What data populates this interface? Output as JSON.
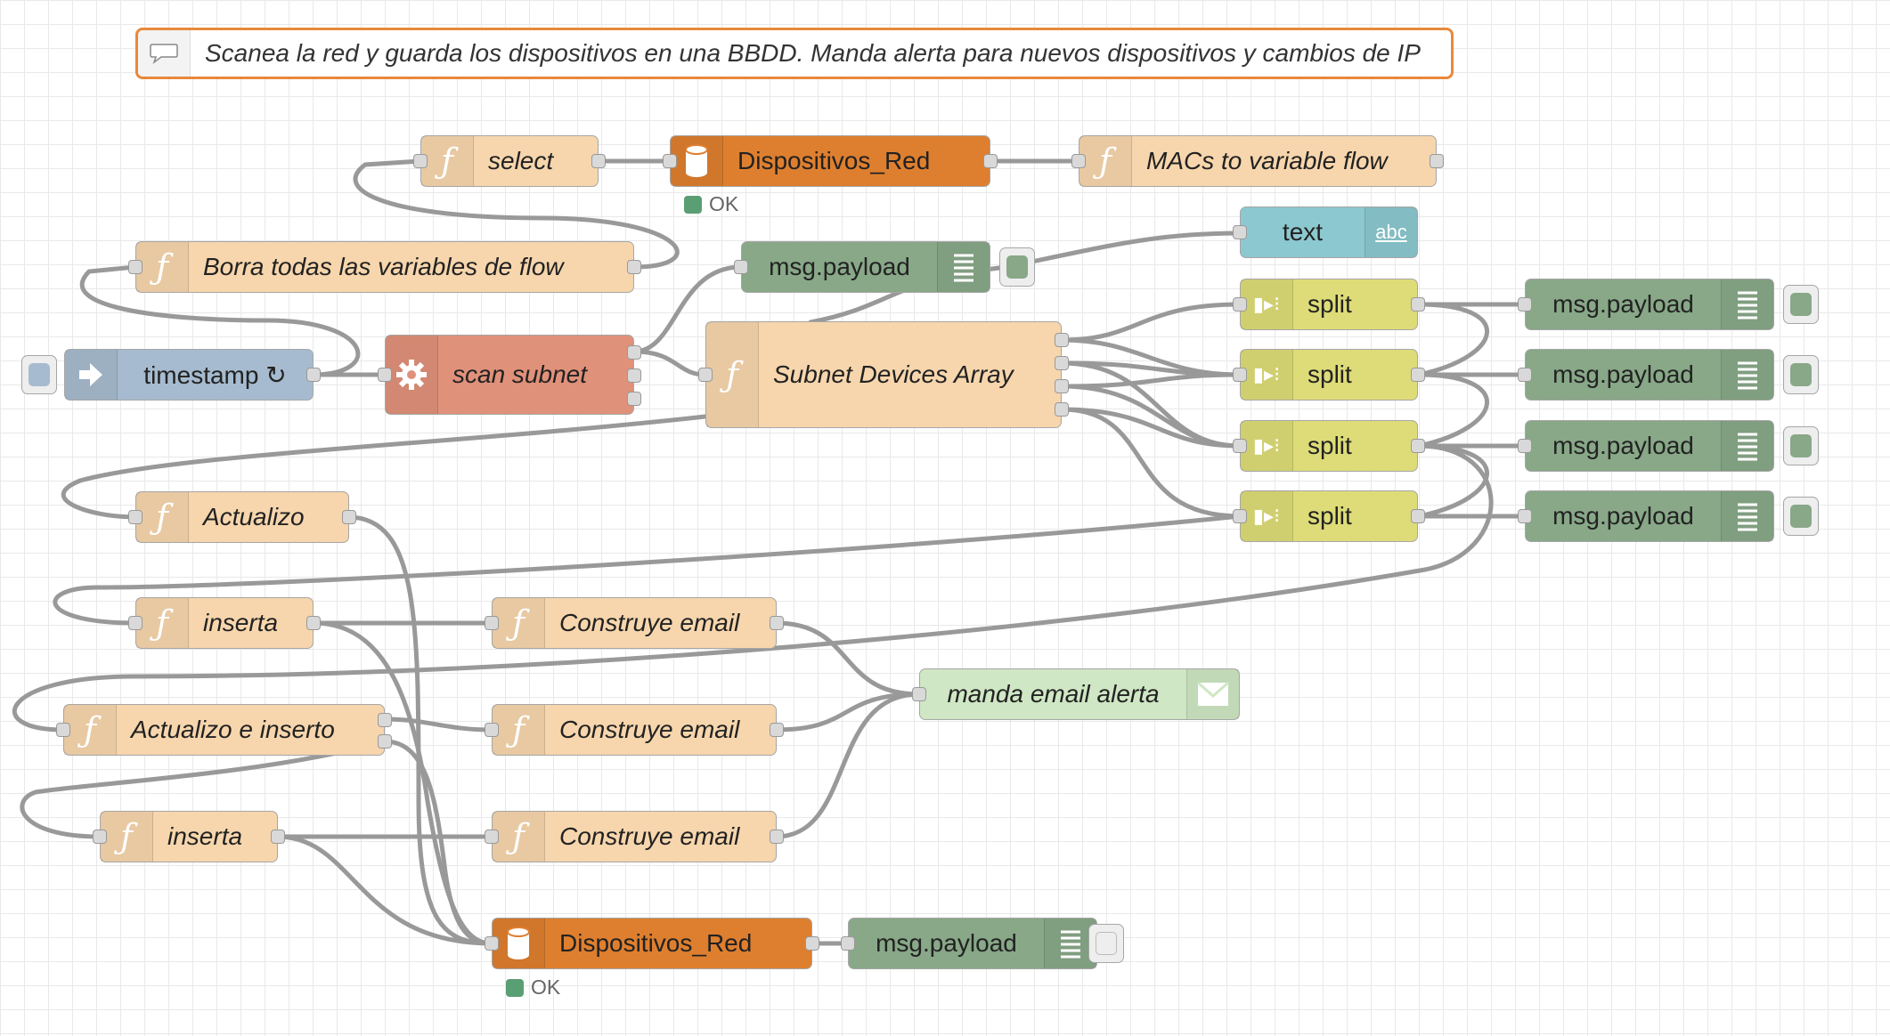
{
  "comment": "Scanea la red y guarda los dispositivos en una BBDD. Manda alerta para nuevos dispositivos y cambios de IP",
  "colors": {
    "function": "#f7d6ad",
    "database": "#de7f2f",
    "debug": "#88a888",
    "text": "#8cc8cf",
    "split": "#dedc78",
    "inject": "#a6bbcf",
    "exec": "#e0917a",
    "email": "#cfe7c4",
    "wire": "#999999",
    "comment_border": "#e8893c"
  },
  "nodes": {
    "select": "select",
    "db_top": "Dispositivos_Red",
    "macs": "MACs to variable flow",
    "borra": "Borra todas las variables de flow",
    "debug_top": "msg.payload",
    "text": "text",
    "timestamp": "timestamp ↻",
    "scan": "scan subnet",
    "subnet_array": "Subnet Devices Array",
    "split": "split",
    "debug_split": "msg.payload",
    "actualizo": "Actualizo",
    "inserta_1": "inserta",
    "actualizo_inserto": "Actualizo e inserto",
    "inserta_2": "inserta",
    "construye_email": "Construye email",
    "manda_email": "manda email alerta",
    "db_bottom": "Dispositivos_Red",
    "debug_bottom": "msg.payload"
  },
  "status": {
    "db_top": "OK",
    "db_bottom": "OK"
  }
}
